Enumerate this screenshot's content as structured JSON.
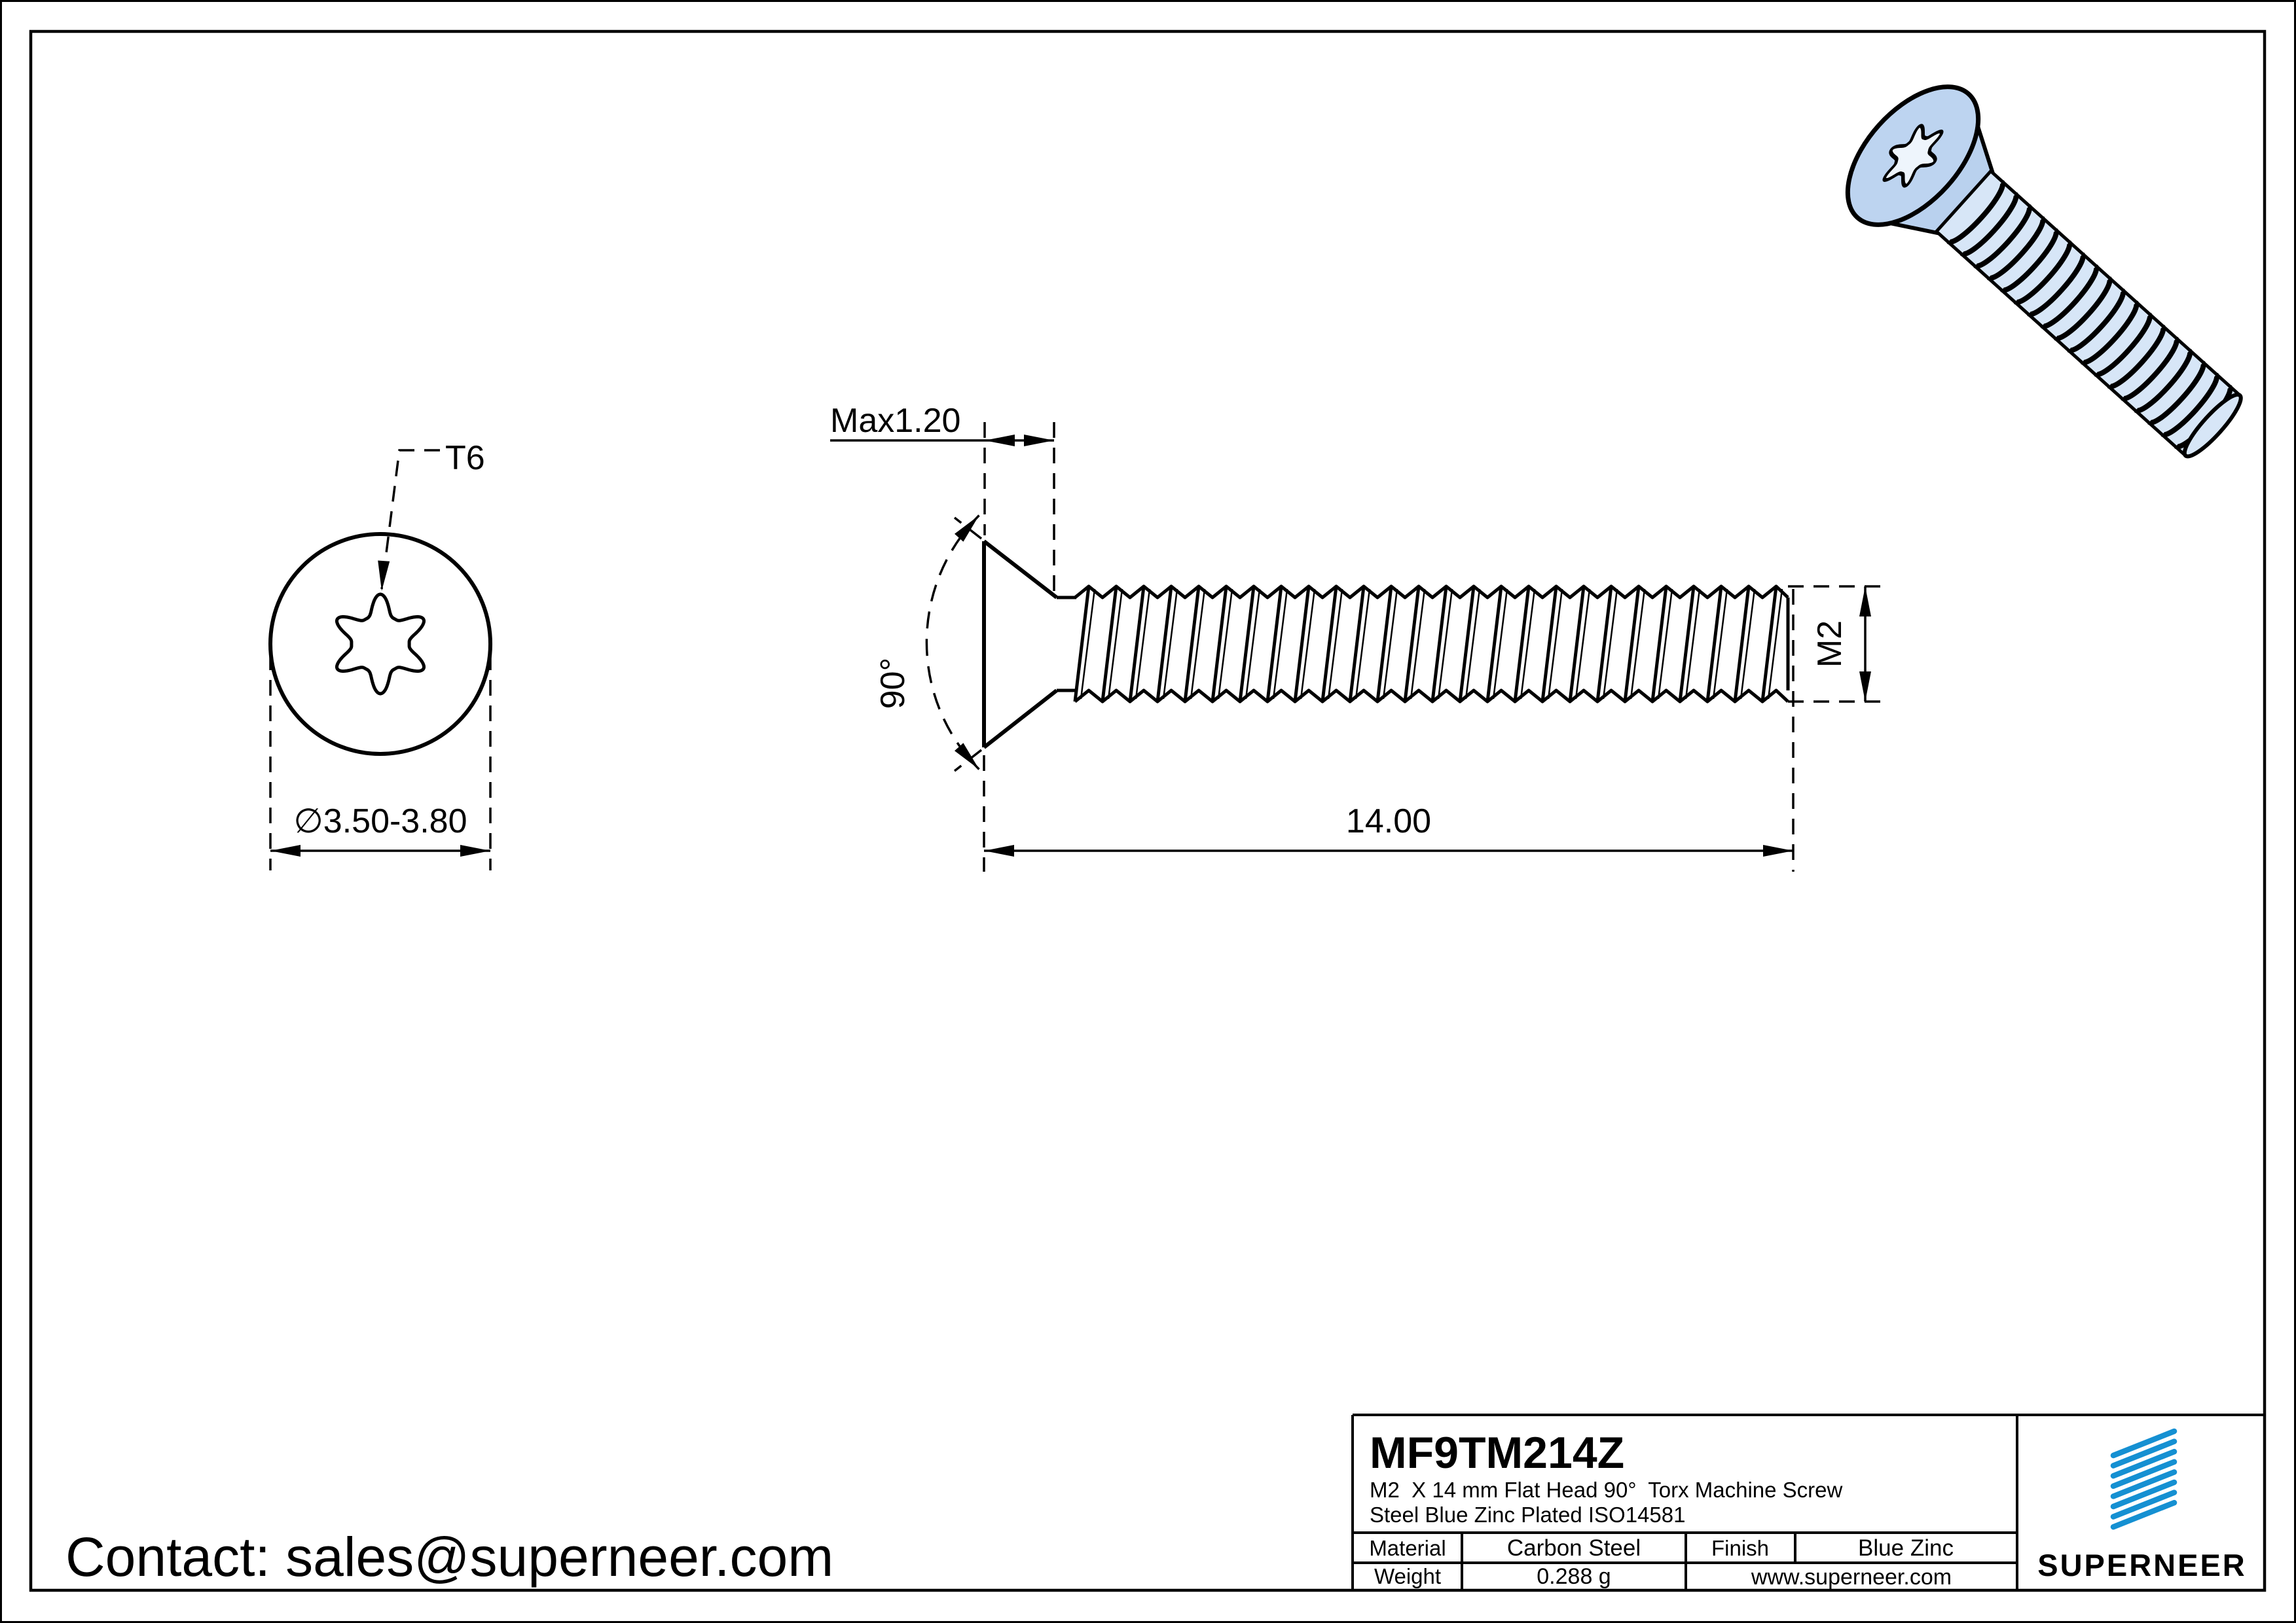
{
  "page": {
    "contact": "Contact: sales@superneer.com"
  },
  "colors": {
    "brand_blue": "#1590d2",
    "screw_body_blue": "#b9d1ee",
    "screw_shaft_blue": "#d7e6f7"
  },
  "top_view": {
    "drive_label": "T6",
    "head_diameter": "∅3.50-3.80"
  },
  "side_view": {
    "head_height": "Max1.20",
    "countersink_angle": "90°",
    "thread_size": "M2",
    "length": "14.00"
  },
  "title_block": {
    "part_number": "MF9TM214Z",
    "description_line1": "M2  X 14 mm Flat Head 90°  Torx Machine Screw",
    "description_line2": "Steel Blue Zinc Plated ISO14581",
    "material_label": "Material",
    "material_value": "Carbon Steel",
    "finish_label": "Finish",
    "finish_value": "Blue Zinc",
    "weight_label": "Weight",
    "weight_value": "0.288 g",
    "website": "www.superneer.com",
    "brand": "SUPERNEER"
  }
}
